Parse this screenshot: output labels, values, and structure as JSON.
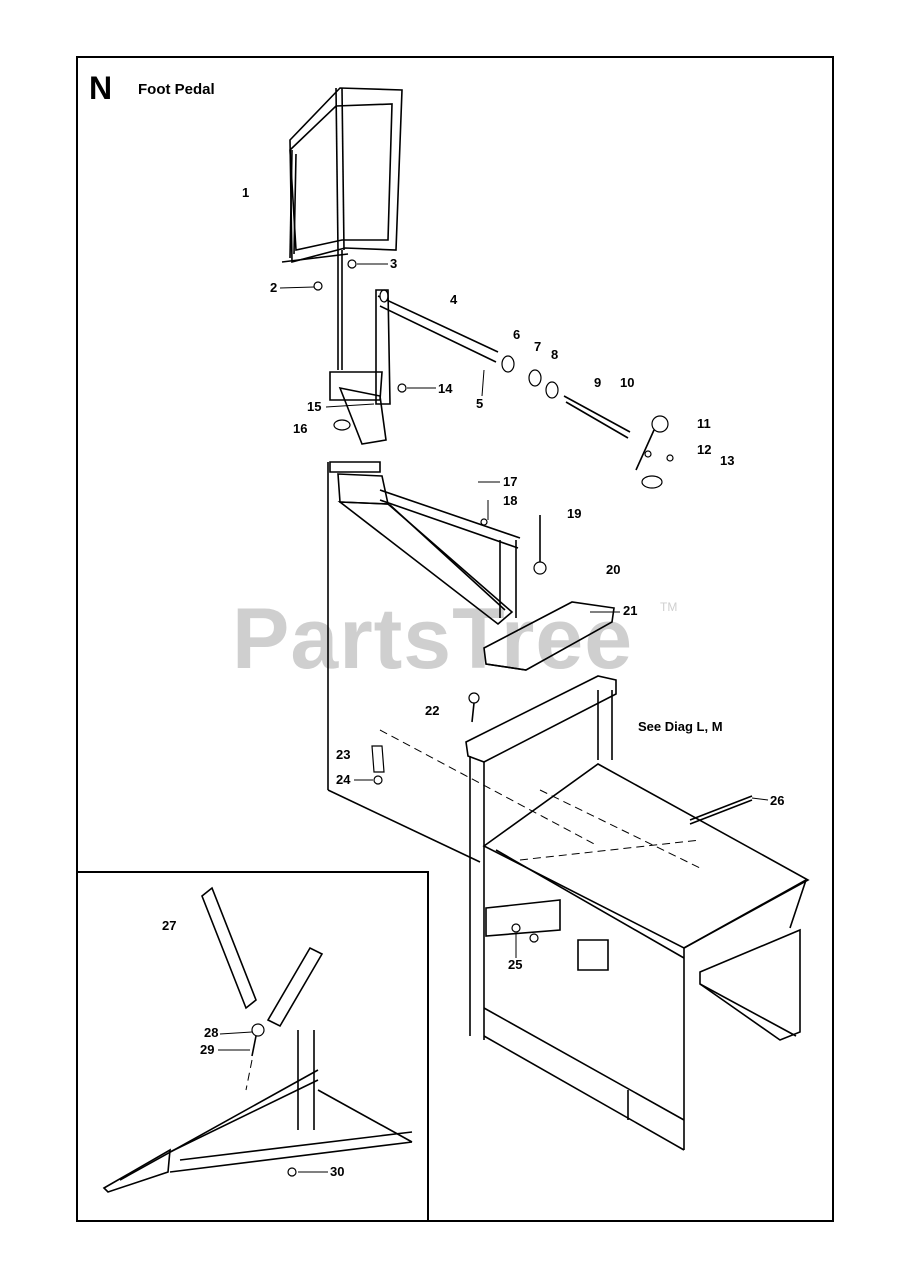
{
  "header": {
    "section_letter": "N",
    "title": "Foot Pedal"
  },
  "note": "See Diag L, M",
  "watermark": {
    "text": "PartsTree",
    "tm": "TM"
  },
  "callouts": [
    "1",
    "2",
    "3",
    "4",
    "5",
    "6",
    "7",
    "8",
    "9",
    "10",
    "11",
    "12",
    "13",
    "14",
    "15",
    "16",
    "17",
    "18",
    "19",
    "20",
    "21",
    "22",
    "23",
    "24",
    "25",
    "26",
    "27",
    "28",
    "29",
    "30"
  ]
}
